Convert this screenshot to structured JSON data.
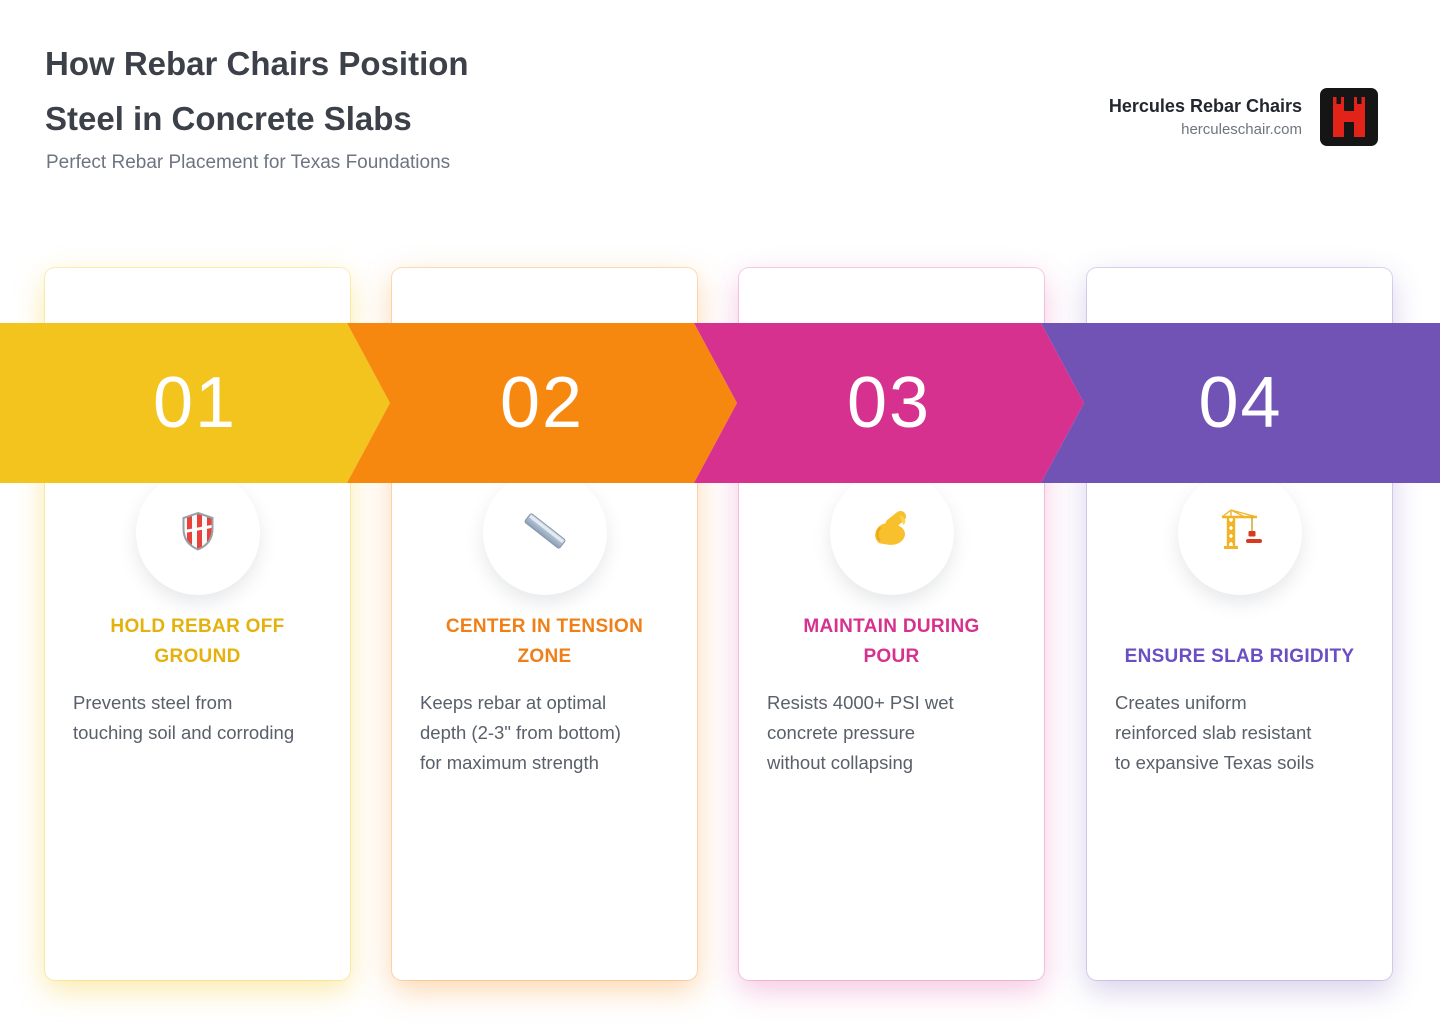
{
  "header": {
    "title_line1": "How Rebar Chairs Position",
    "title_line2": "Steel in Concrete Slabs",
    "subtitle": "Perfect Rebar Placement for Texas Foundations"
  },
  "brand": {
    "name": "Hercules Rebar Chairs",
    "website": "herculeschair.com",
    "logo_icon": "hercules-h-logo",
    "logo_colors": {
      "background": "#151515",
      "glyph": "#e2231a"
    }
  },
  "steps": [
    {
      "number": "01",
      "band_color": "#F2C41D",
      "heading_color": "#E4B10E",
      "icon": "shield-icon",
      "heading": "HOLD REBAR OFF GROUND",
      "description": "Prevents steel from touching soil and corroding"
    },
    {
      "number": "02",
      "band_color": "#F6880F",
      "heading_color": "#F07F17",
      "icon": "steel-bar-icon",
      "heading": "CENTER IN TENSION ZONE",
      "description": "Keeps rebar at optimal depth (2-3\" from bottom) for maximum strength"
    },
    {
      "number": "03",
      "band_color": "#D6318F",
      "heading_color": "#D6318F",
      "icon": "flexed-biceps-icon",
      "heading": "MAINTAIN DURING POUR",
      "description": "Resists 4000+ PSI wet concrete pressure without collapsing"
    },
    {
      "number": "04",
      "band_color": "#7152B5",
      "heading_color": "#6B4EC4",
      "icon": "tower-crane-icon",
      "heading": "ENSURE SLAB RIGIDITY",
      "description": "Creates uniform reinforced slab resistant to expansive Texas soils"
    }
  ]
}
